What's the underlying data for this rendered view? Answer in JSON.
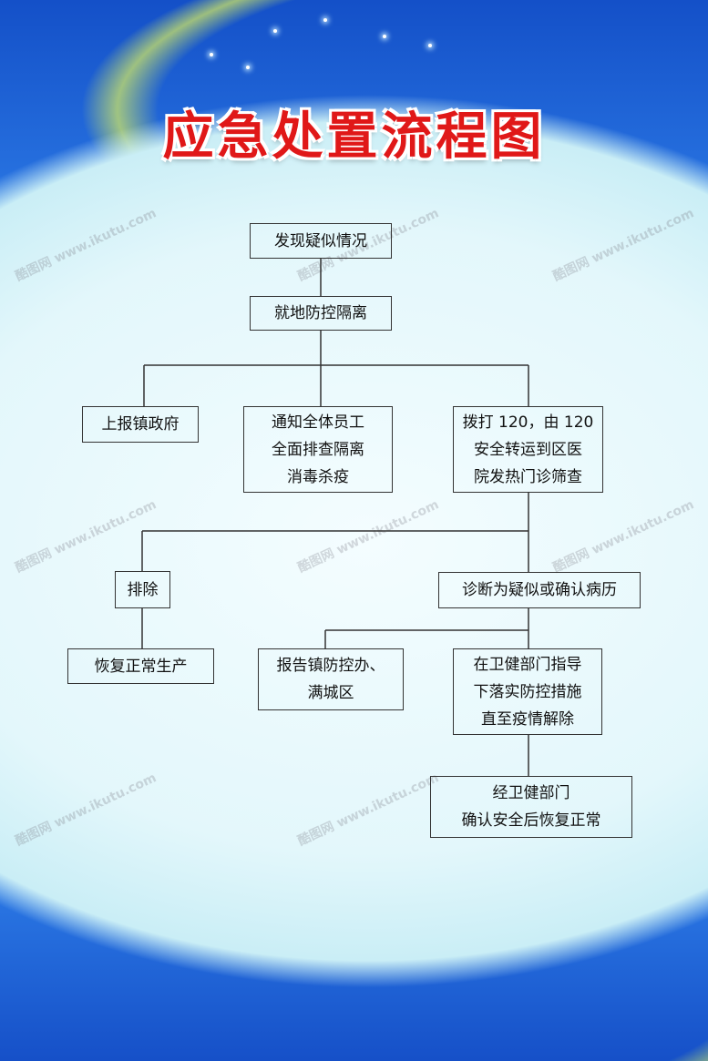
{
  "title": "应急处置流程图",
  "watermark": "酷图网 www.ikutu.com",
  "nodes": {
    "n1": "发现疑似情况",
    "n2": "就地防控隔离",
    "n3": "上报镇政府",
    "n4": "通知全体员工\n全面排查隔离\n消毒杀疫",
    "n5": "拨打 120，由 120\n安全转运到区医\n院发热门诊筛查",
    "n6": "排除",
    "n7": "诊断为疑似或确认病历",
    "n8": "恢复正常生产",
    "n9": "报告镇防控办、\n满城区",
    "n10": "在卫健部门指导\n下落实防控措施\n直至疫情解除",
    "n11": "经卫健部门\n确认安全后恢复正常"
  },
  "colors": {
    "title": "#e01818",
    "background": "#e2f7fb",
    "frame": "#1a5fd6"
  }
}
